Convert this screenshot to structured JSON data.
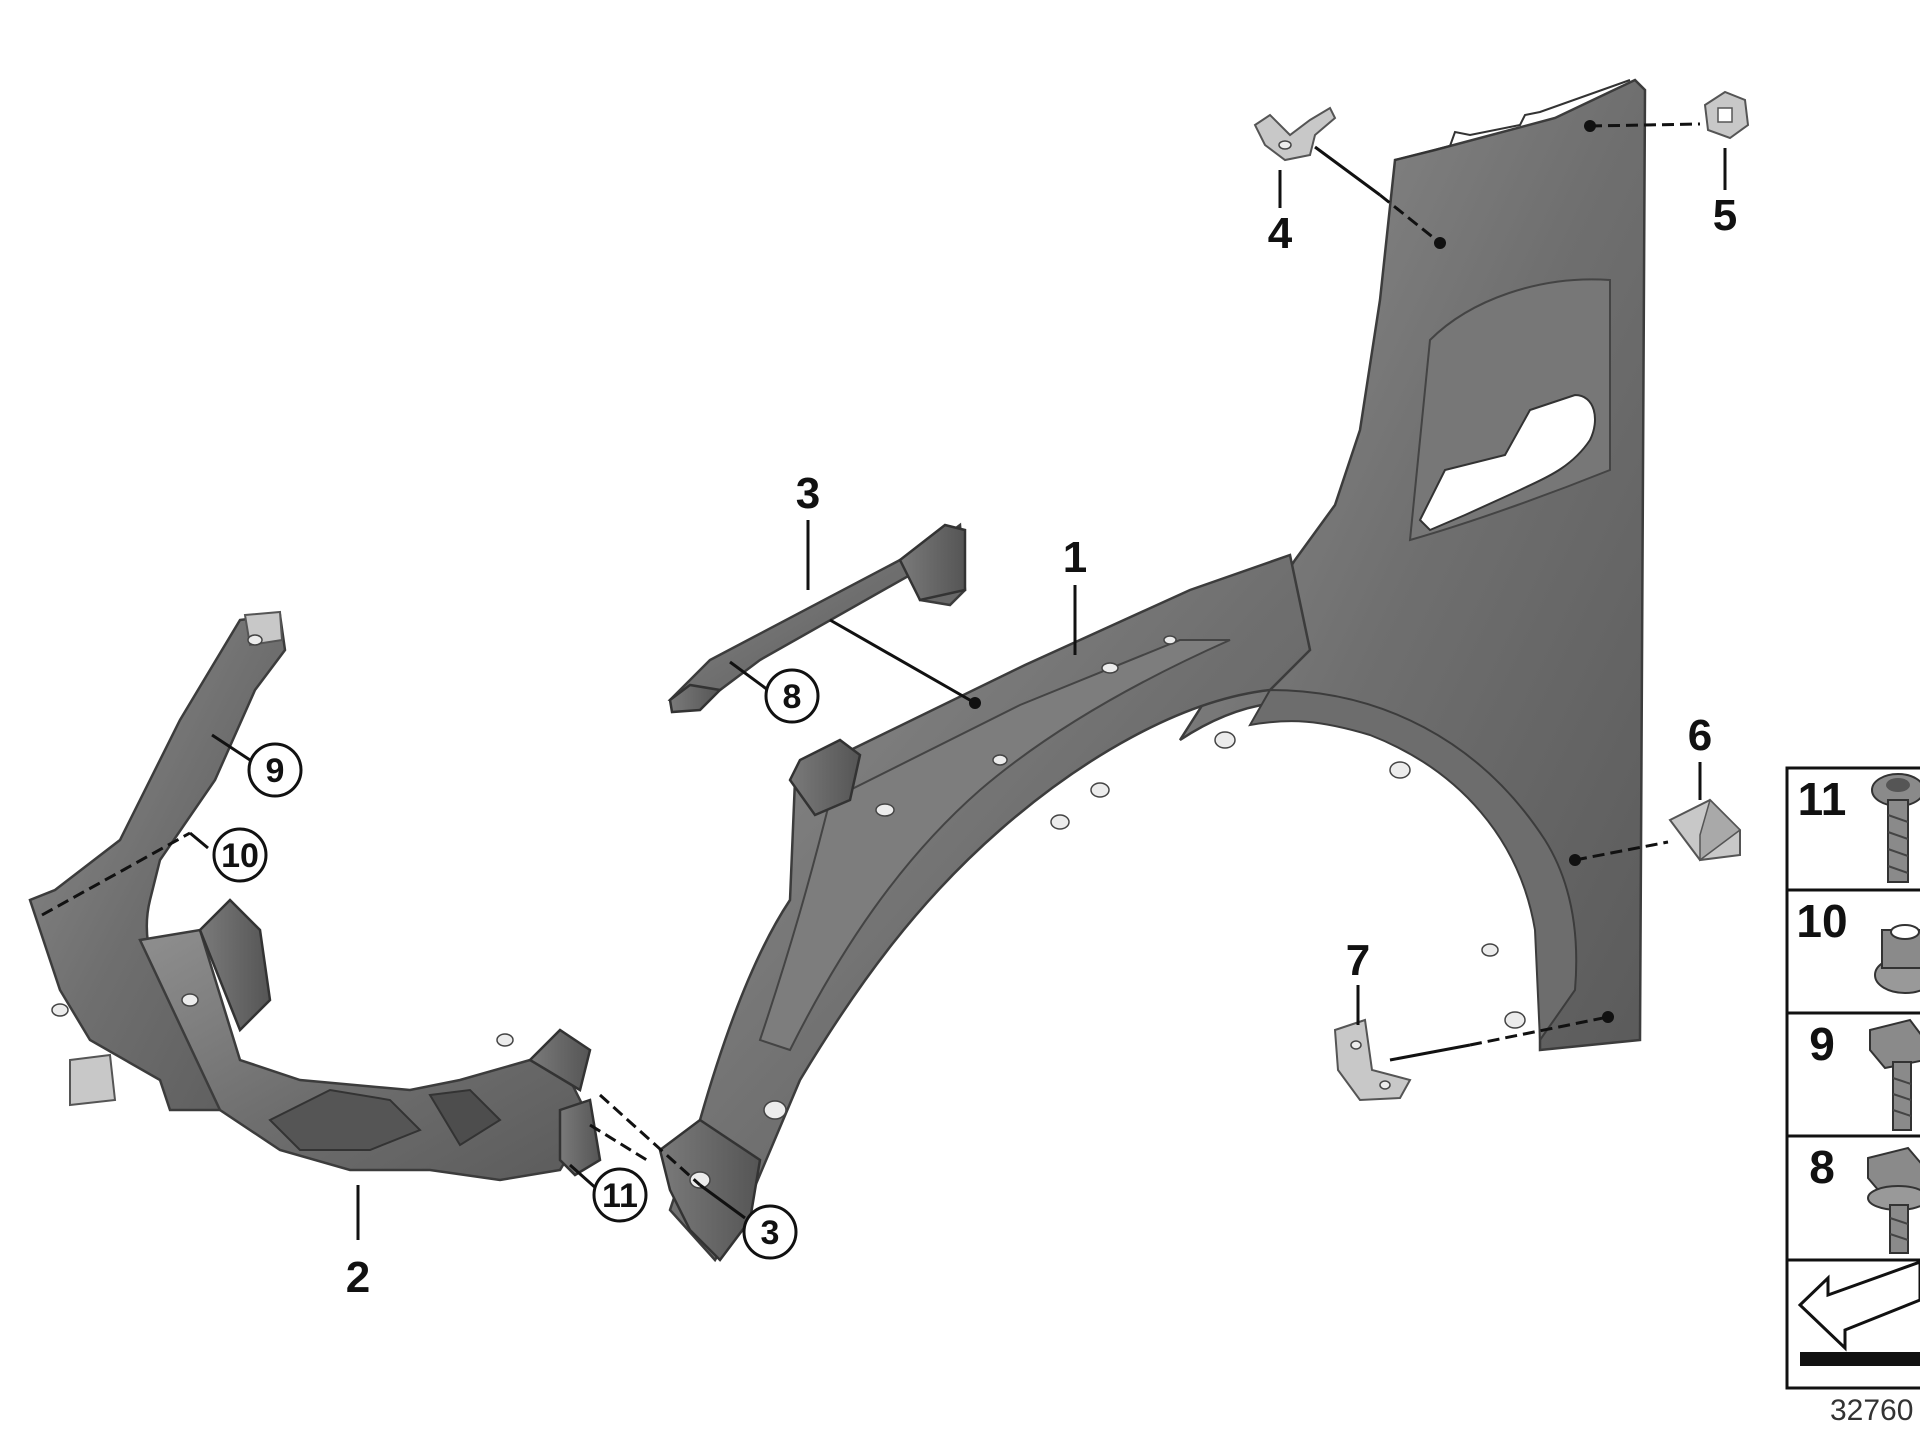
{
  "callouts": {
    "c1": "1",
    "c2": "2",
    "c3_top": "3",
    "c3_bottom": "3",
    "c4": "4",
    "c5": "5",
    "c6": "6",
    "c7": "7",
    "c8": "8",
    "c9": "9",
    "c10": "10",
    "c11": "11"
  },
  "fastener_table": {
    "rows": [
      {
        "number": "11",
        "icon": "torx-screw-icon"
      },
      {
        "number": "10",
        "icon": "flange-nut-icon"
      },
      {
        "number": "9",
        "icon": "hex-bolt-icon"
      },
      {
        "number": "8",
        "icon": "hex-collar-bolt-icon"
      }
    ],
    "footer_icon": "direction-arrow-icon"
  },
  "document_id": "32760"
}
